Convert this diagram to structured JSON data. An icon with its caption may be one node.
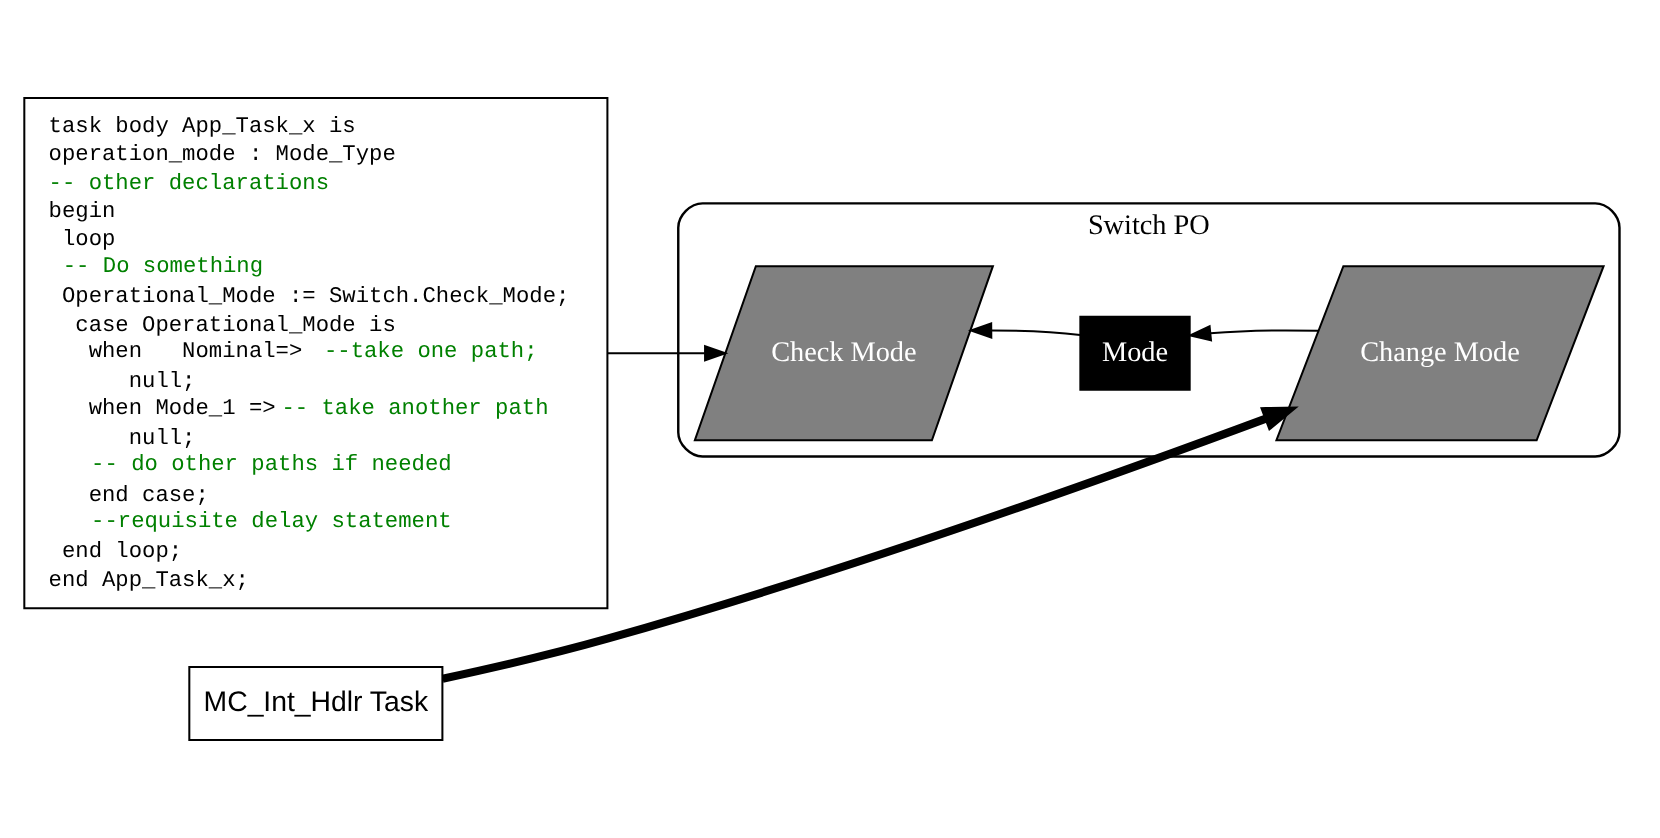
{
  "diagram": {
    "nodes": [
      {
        "text": [
          "task body App_Task_x is",
          "operation_mode : Mode_Type",
          "-- other declarations",
          "begin",
          " loop",
          " -- Do something",
          " Operational_Mode := Switch.Check_Mode;",
          "  case Operational_Mode is",
          "   when   Nominal=> --take one path;",
          "      null;",
          "   when Mode_1 =>-- take another path",
          "      null;",
          "   -- do other paths if needed",
          "   end case;",
          "   --requisite delay statement",
          " end loop;",
          "end App_Task_x;"
        ]
      },
      {
        "text": [
          "Switch PO"
        ]
      },
      {
        "text": [
          "Check Mode"
        ],
        "in": 1
      },
      {
        "text": [
          "Mode"
        ],
        "in": 1
      },
      {
        "text": [
          "Change Mode"
        ],
        "in": 1
      },
      {
        "text": [
          "MC_Int_Hdlr Task"
        ]
      }
    ],
    "edges": [
      {
        "from": 0,
        "to": 2,
        "arrow": "to"
      },
      {
        "from": 3,
        "to": 2,
        "arrow": "to"
      },
      {
        "from": 4,
        "to": 3,
        "arrow": "to"
      },
      {
        "from": 5,
        "to": 4,
        "arrow": "to",
        "style": "thick"
      }
    ]
  }
}
